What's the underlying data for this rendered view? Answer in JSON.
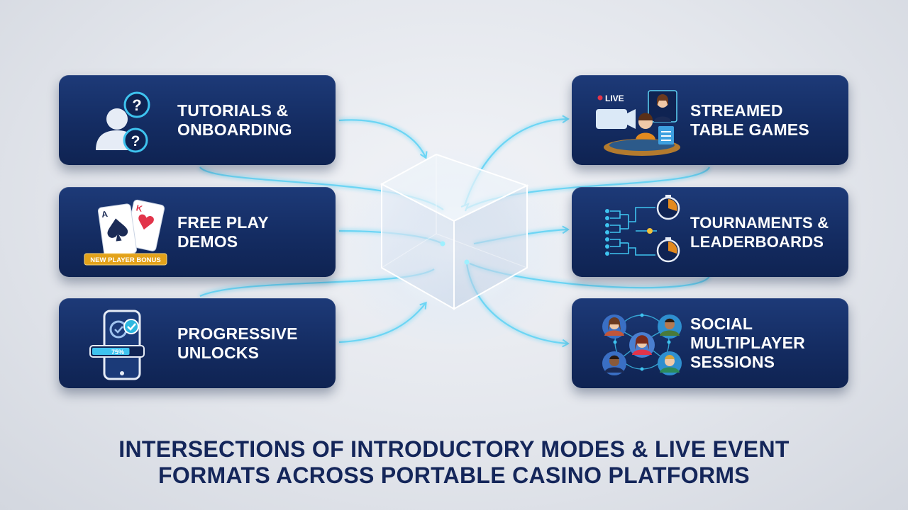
{
  "cards": {
    "tutorials": {
      "line1": "TUTORIALS &",
      "line2": "ONBOARDING",
      "icon": "help-user-icon"
    },
    "free_play": {
      "line1": "FREE PLAY",
      "line2": "DEMOS",
      "icon": "playing-cards-icon",
      "badge": "NEW PLAYER BONUS"
    },
    "progressive": {
      "line1": "PROGRESSIVE",
      "line2": "UNLOCKS",
      "icon": "phone-progress-icon",
      "progress_text": "75%",
      "progress": 0.75
    },
    "streamed": {
      "line1": "STREAMED",
      "line2": "TABLE GAMES",
      "icon": "live-dealer-icon",
      "live_text": "LIVE"
    },
    "tournaments": {
      "line1": "TOURNAMENTS &",
      "line2": "LEADERBOARDS",
      "icon": "bracket-timer-icon"
    },
    "social": {
      "line1": "SOCIAL",
      "line2": "MULTIPLAYER",
      "line3": "SESSIONS",
      "icon": "player-network-icon"
    }
  },
  "title": {
    "line1": "INTERSECTIONS OF INTRODUCTORY MODES & LIVE EVENT",
    "line2": "FORMATS ACROSS PORTABLE CASINO PLATFORMS"
  },
  "colors": {
    "card": "#142c62",
    "connector": "#5fd3f5",
    "title": "#14265a",
    "badge": "#e3a21a"
  }
}
